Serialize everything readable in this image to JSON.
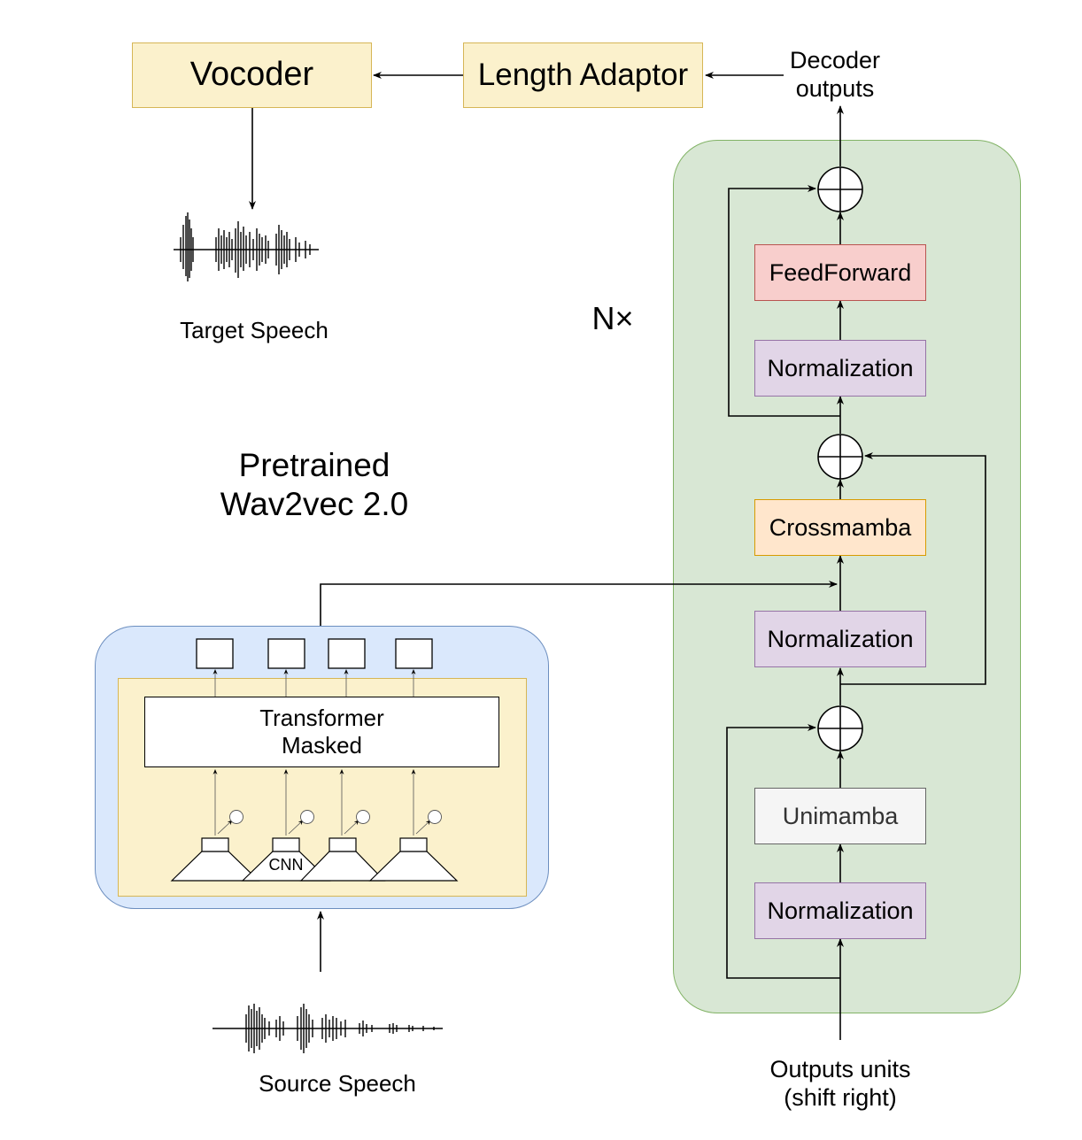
{
  "top": {
    "vocoder": "Vocoder",
    "length_adaptor": "Length Adaptor",
    "decoder_outputs": "Decoder\noutputs",
    "target_speech": "Target Speech"
  },
  "decoder": {
    "repeat_label": "N×",
    "feedforward": "FeedForward",
    "norm_top": "Normalization",
    "crossmamba": "Crossmamba",
    "norm_mid": "Normalization",
    "unimamba": "Unimamba",
    "norm_bottom": "Normalization",
    "outputs_units": "Outputs units\n(shift right)"
  },
  "encoder": {
    "title": "Pretrained\nWav2vec 2.0",
    "transformer": "Transformer\nMasked",
    "cnn": "CNN",
    "source_speech": "Source Speech"
  },
  "colors": {
    "yellow_fill": "#fbf1cc",
    "yellow_border": "#d6b656",
    "green_fill": "#d8e7d4",
    "green_border": "#82b366",
    "blue_fill": "#dae8fc",
    "blue_border": "#6c8ebf",
    "purple_fill": "#e1d5e7",
    "purple_border": "#9673a6",
    "red_fill": "#f8cecc",
    "red_border": "#b85450",
    "orange_fill": "#ffe6cc",
    "orange_border": "#d79b00",
    "grey_fill": "#f5f5f5",
    "grey_border": "#666666"
  }
}
